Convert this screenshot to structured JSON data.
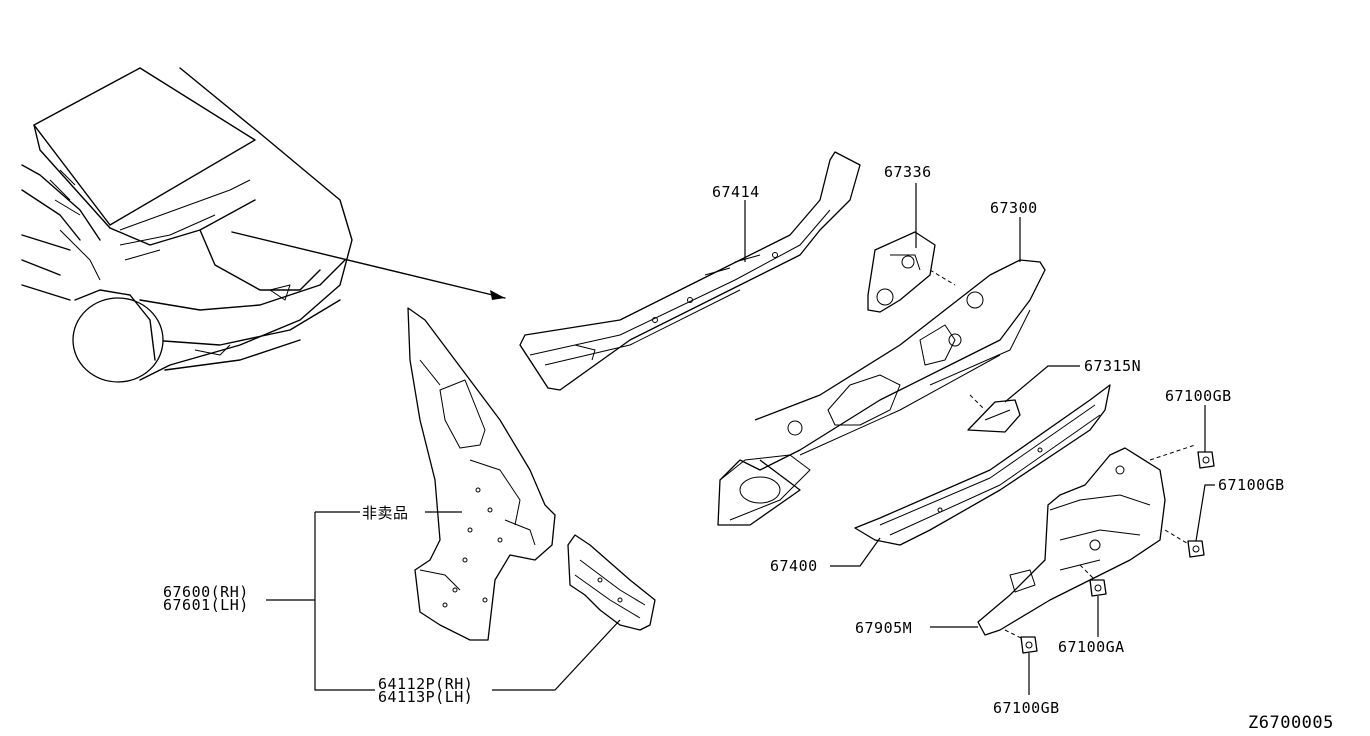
{
  "labels": {
    "p67414": "67414",
    "p67336": "67336",
    "p67300": "67300",
    "p67315N": "67315N",
    "p67100GB_a": "67100GB",
    "p67100GB_b": "67100GB",
    "p67100GB_c": "67100GB",
    "p67100GA": "67100GA",
    "p67905M": "67905M",
    "p67400": "67400",
    "not_for_sale": "非卖品",
    "p67600": "67600(RH)",
    "p67601": "67601(LH)",
    "p64112P": "64112P(RH)",
    "p64113P": "64113P(LH)"
  },
  "diagram_code": "Z6700005"
}
